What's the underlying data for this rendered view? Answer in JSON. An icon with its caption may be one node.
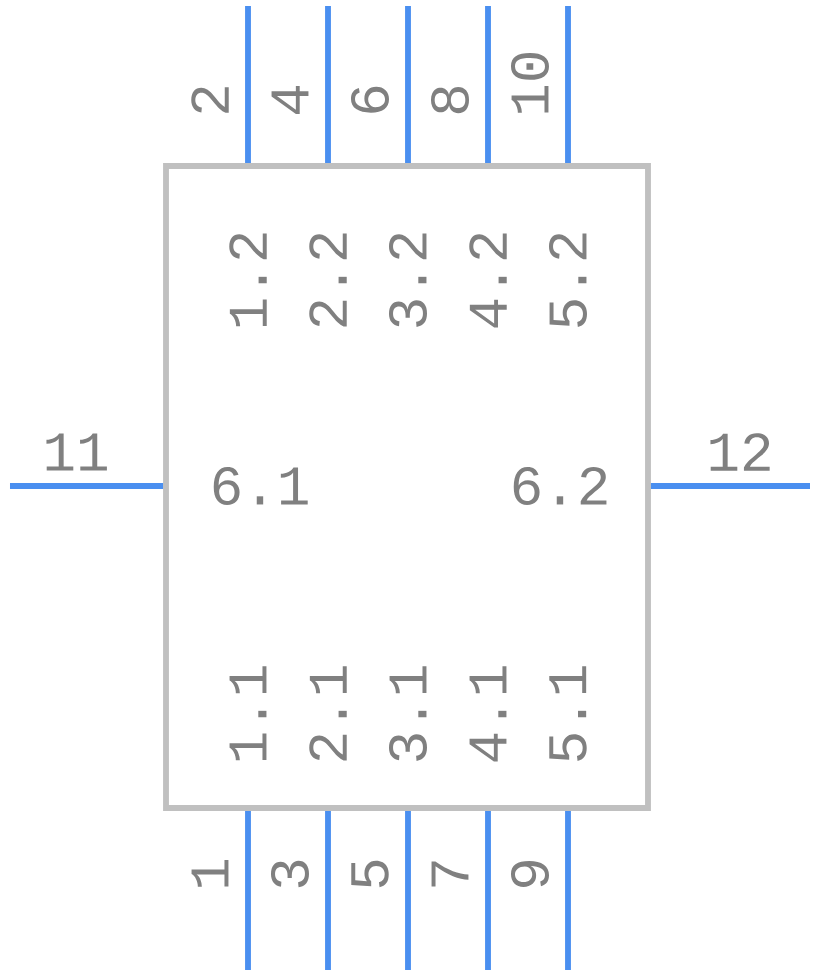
{
  "diagram": {
    "nodes": [
      {
        "text": [
          "1.2",
          "2.2",
          "3.2",
          "4.2",
          "5.2",
          "6.1",
          "6.2",
          "1.1",
          "2.1",
          "3.1",
          "4.1",
          "5.1"
        ]
      }
    ],
    "labels": [
      "1",
      "2",
      "3",
      "4",
      "5",
      "6",
      "7",
      "8",
      "9",
      "10",
      "11",
      "12"
    ]
  }
}
